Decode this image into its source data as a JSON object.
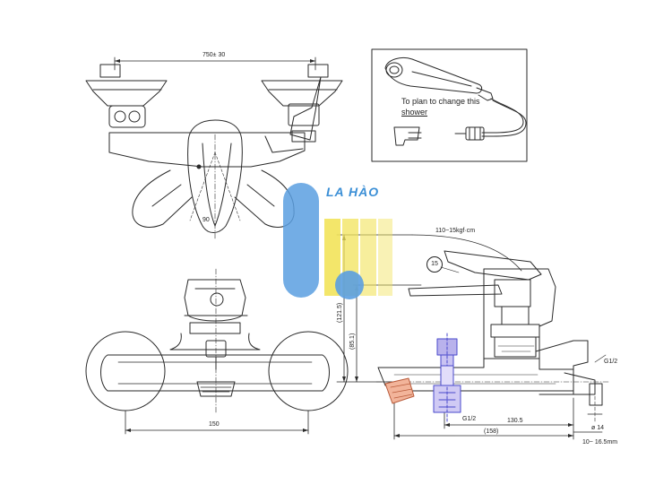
{
  "brand": {
    "name": "LA HÀO",
    "colors": {
      "blue": "#5b9fe0",
      "yellow": "#f2e35a"
    }
  },
  "inset": {
    "note_line1": "To plan to change this",
    "note_line2": "shower"
  },
  "dimensions": {
    "top_width": "750± 30",
    "top_angle": "90",
    "front_width": "150",
    "torque": "110~15kgf·cm",
    "callout": "15",
    "height_121": "(121.5)",
    "height_85": "(85.1)",
    "inlet_g": "G1/2",
    "outlet_g": "G1/2",
    "len_130": "130.5",
    "len_158": "(158)",
    "dia_14": "ø 14",
    "range_10_16": "10~ 16.5mm"
  }
}
